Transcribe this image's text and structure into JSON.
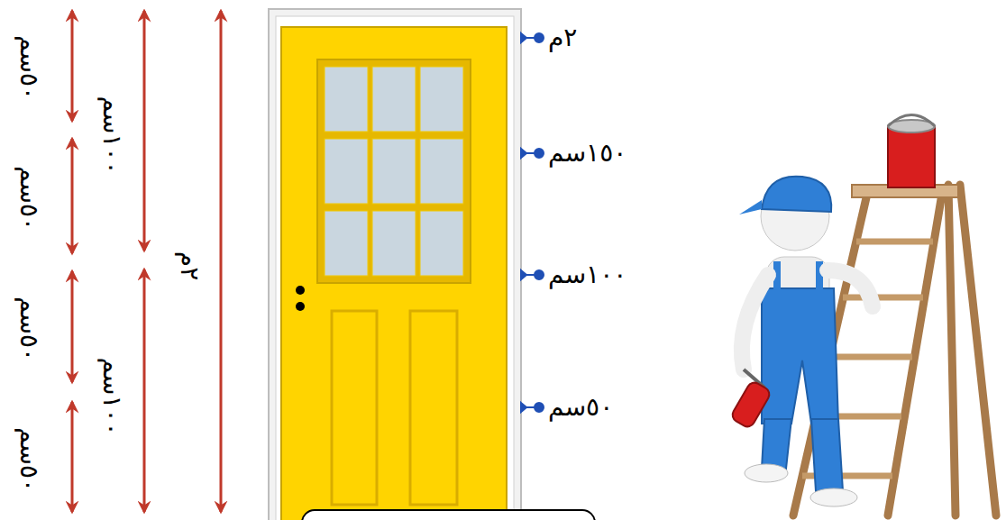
{
  "diagram": {
    "labels": [
      "٥٠سم",
      "٥٠سم",
      "٥٠سم",
      "٥٠سم",
      "١٠٠سم",
      "١٠٠سم",
      "٢م",
      "٢م",
      "١٥٠سم",
      "١٠٠سم",
      "٥٠سم"
    ]
  }
}
